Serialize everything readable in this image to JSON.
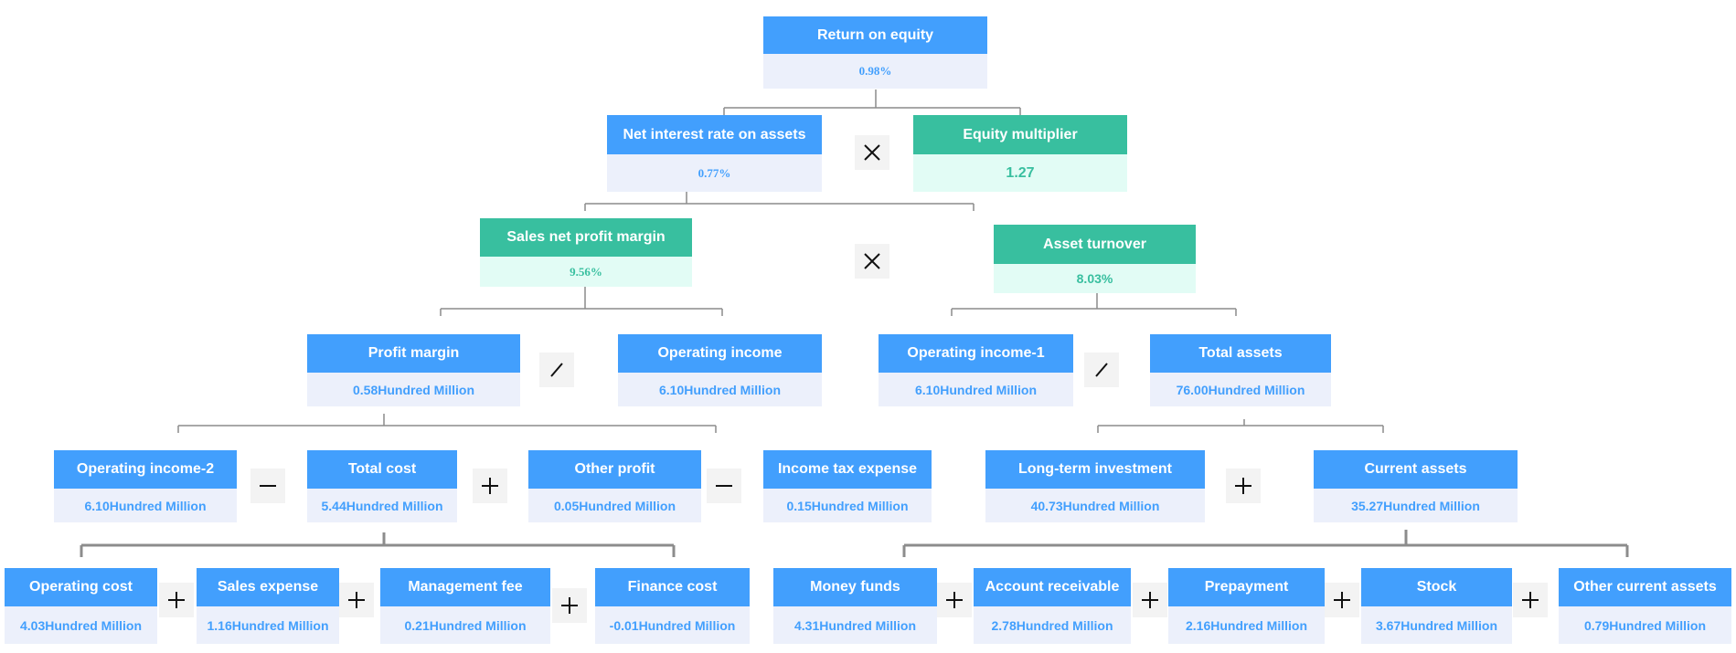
{
  "colors": {
    "blue": "#429ffd",
    "blue_light": "#ecf0fb",
    "green": "#38bf9f",
    "green_light": "#e2fcf5",
    "connector": "#8c8c8c"
  },
  "nodes": {
    "roe": {
      "label": "Return on equity",
      "value": "0.98%"
    },
    "net_interest_rate": {
      "label": "Net interest rate on assets",
      "value": "0.77%"
    },
    "equity_multiplier": {
      "label": "Equity multiplier",
      "value": "1.27"
    },
    "sales_net_profit_margin": {
      "label": "Sales net profit margin",
      "value": "9.56%"
    },
    "asset_turnover": {
      "label": "Asset turnover",
      "value": "8.03%"
    },
    "profit_margin": {
      "label": "Profit margin",
      "value": "0.58Hundred Million"
    },
    "operating_income": {
      "label": "Operating income",
      "value": "6.10Hundred Million"
    },
    "operating_income_1": {
      "label": "Operating income-1",
      "value": "6.10Hundred Million"
    },
    "total_assets": {
      "label": "Total assets",
      "value": "76.00Hundred Million"
    },
    "operating_income_2": {
      "label": "Operating income-2",
      "value": "6.10Hundred Million"
    },
    "total_cost": {
      "label": "Total cost",
      "value": "5.44Hundred Million"
    },
    "other_profit": {
      "label": "Other profit",
      "value": "0.05Hundred Million"
    },
    "income_tax_expense": {
      "label": "Income tax expense",
      "value": "0.15Hundred Million"
    },
    "long_term_investment": {
      "label": "Long-term investment",
      "value": "40.73Hundred Million"
    },
    "current_assets": {
      "label": "Current assets",
      "value": "35.27Hundred Million"
    },
    "operating_cost": {
      "label": "Operating cost",
      "value": "4.03Hundred Million"
    },
    "sales_expense": {
      "label": "Sales expense",
      "value": "1.16Hundred Million"
    },
    "management_fee": {
      "label": "Management fee",
      "value": "0.21Hundred Million"
    },
    "finance_cost": {
      "label": "Finance cost",
      "value": "-0.01Hundred Million"
    },
    "money_funds": {
      "label": "Money funds",
      "value": "4.31Hundred Million"
    },
    "account_receivable": {
      "label": "Account receivable",
      "value": "2.78Hundred Million"
    },
    "prepayment": {
      "label": "Prepayment",
      "value": "2.16Hundred Million"
    },
    "stock": {
      "label": "Stock",
      "value": "3.67Hundred Million"
    },
    "other_current_assets": {
      "label": "Other current assets",
      "value": "0.79Hundred Million"
    }
  },
  "operators": {
    "op_multiply_1": "times-icon",
    "op_multiply_2": "times-icon",
    "op_divide_1": "divide-icon",
    "op_divide_2": "divide-icon",
    "op_minus_1": "minus-icon",
    "op_plus_1": "plus-icon",
    "op_minus_2": "minus-icon",
    "op_plus_2": "plus-icon",
    "op_plus_3": "plus-icon",
    "op_plus_4": "plus-icon",
    "op_plus_5": "plus-icon",
    "op_plus_6": "plus-icon",
    "op_plus_7": "plus-icon",
    "op_plus_8": "plus-icon",
    "op_plus_9": "plus-icon"
  }
}
